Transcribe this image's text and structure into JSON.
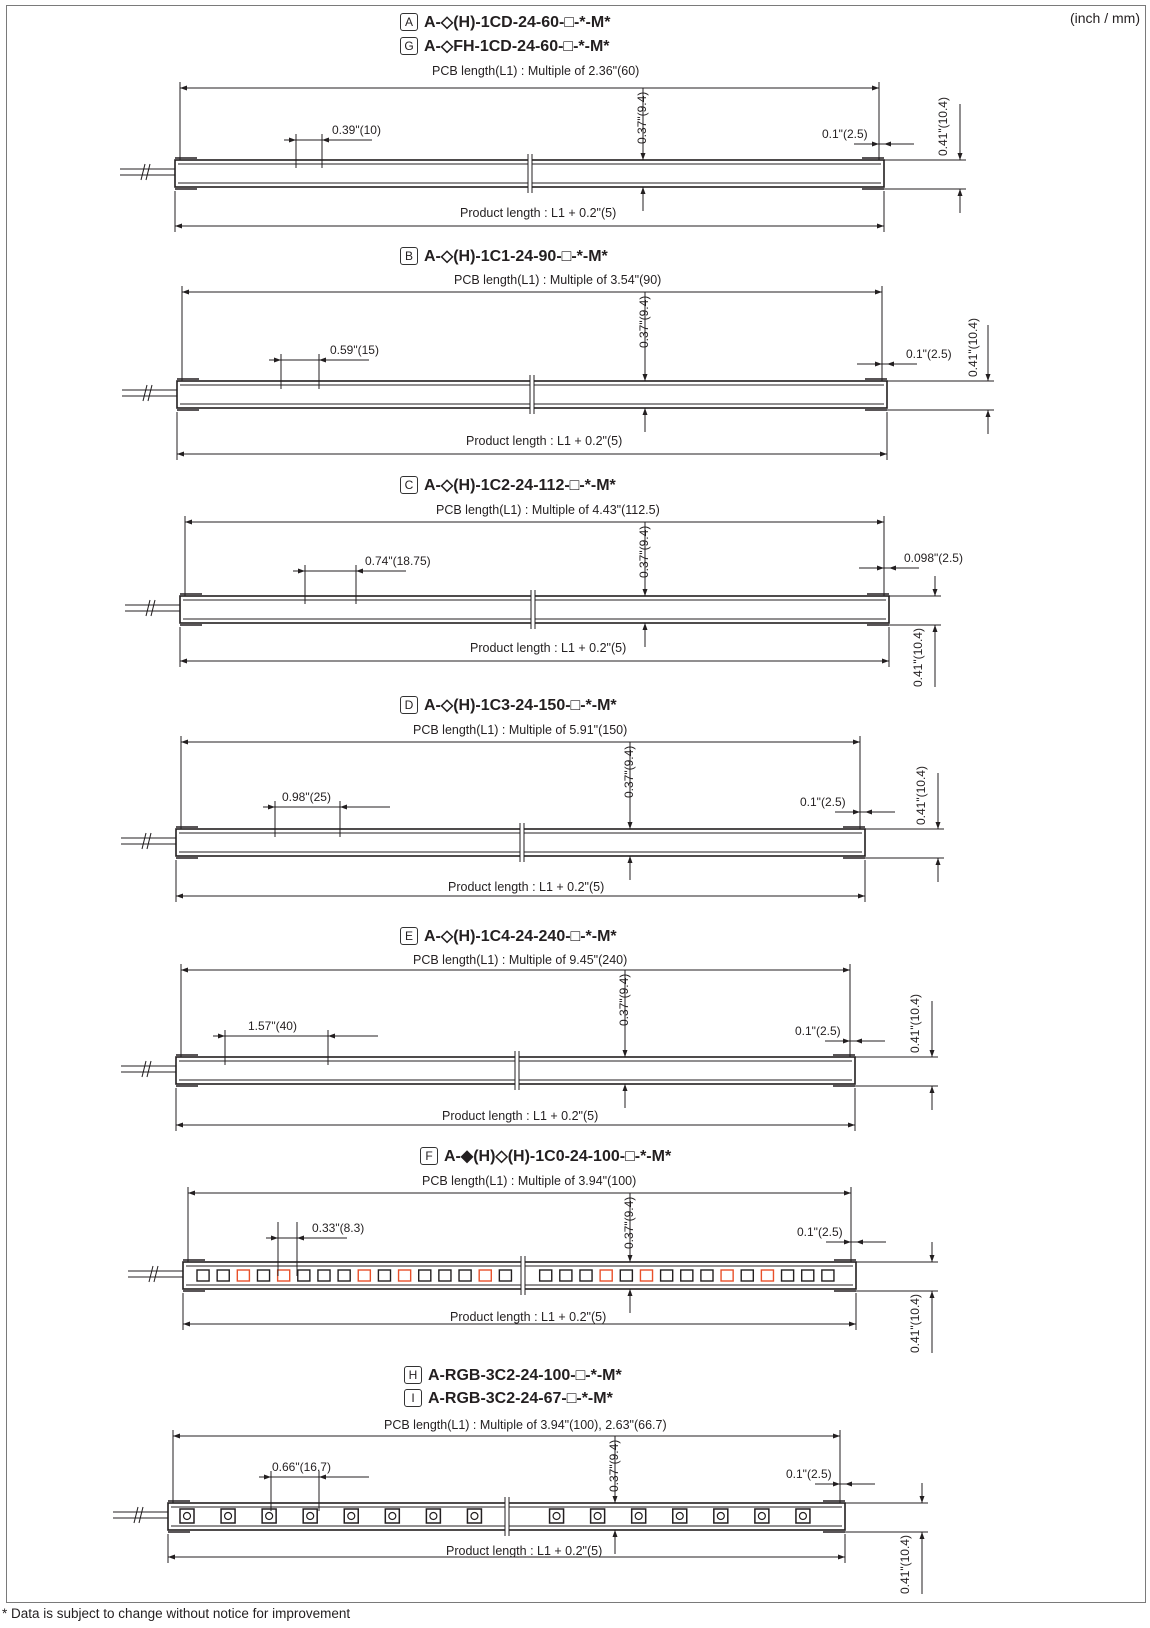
{
  "unit_note": "(inch / mm)",
  "footnote": "* Data is subject to change without notice for improvement",
  "sections": [
    {
      "key": "A",
      "models": [
        {
          "badge": "A",
          "code": "A-◇(H)-1CD-24-60-□-*-M*"
        },
        {
          "badge": "G",
          "code": "A-◇FH-1CD-24-60-□-*-M*"
        }
      ],
      "pcb": "PCB length(L1) : Multiple of 2.36\"(60)",
      "pitch": "0.39\"(10)",
      "end": "0.1\"(2.5)",
      "h1": "0.37\"(9.4)",
      "h2": "0.41\"(10.4)",
      "product": "Product length : L1 + 0.2\"(5)",
      "leds": "none"
    },
    {
      "key": "B",
      "models": [
        {
          "badge": "B",
          "code": "A-◇(H)-1C1-24-90-□-*-M*"
        }
      ],
      "pcb": "PCB length(L1) : Multiple of 3.54\"(90)",
      "pitch": "0.59\"(15)",
      "end": "0.1\"(2.5)",
      "h1": "0.37\"(9.4)",
      "h2": "0.41\"(10.4)",
      "product": "Product length : L1 + 0.2\"(5)",
      "leds": "none"
    },
    {
      "key": "C",
      "models": [
        {
          "badge": "C",
          "code": "A-◇(H)-1C2-24-112-□-*-M*"
        }
      ],
      "pcb": "PCB length(L1) : Multiple of 4.43\"(112.5)",
      "pitch": "0.74\"(18.75)",
      "end": "0.098\"(2.5)",
      "h1": "0.37\"(9.4)",
      "h2": "0.41\"(10.4)",
      "product": "Product length : L1 + 0.2\"(5)",
      "leds": "none"
    },
    {
      "key": "D",
      "models": [
        {
          "badge": "D",
          "code": "A-◇(H)-1C3-24-150-□-*-M*"
        }
      ],
      "pcb": "PCB length(L1) : Multiple of 5.91\"(150)",
      "pitch": "0.98\"(25)",
      "end": "0.1\"(2.5)",
      "h1": "0.37\"(9.4)",
      "h2": "0.41\"(10.4)",
      "product": "Product length : L1 + 0.2\"(5)",
      "leds": "none"
    },
    {
      "key": "E",
      "models": [
        {
          "badge": "E",
          "code": "A-◇(H)-1C4-24-240-□-*-M*"
        }
      ],
      "pcb": "PCB length(L1) : Multiple of 9.45\"(240)",
      "pitch": "1.57\"(40)",
      "end": "0.1\"(2.5)",
      "h1": "0.37\"(9.4)",
      "h2": "0.41\"(10.4)",
      "product": "Product length : L1 + 0.2\"(5)",
      "leds": "none"
    },
    {
      "key": "F",
      "models": [
        {
          "badge": "F",
          "code": "A-◆(H)◇(H)-1C0-24-100-□-*-M*"
        }
      ],
      "pcb": "PCB length(L1) : Multiple of 3.94\"(100)",
      "pitch": "0.33\"(8.3)",
      "end": "0.1\"(2.5)",
      "h1": "0.37\"(9.4)",
      "h2": "0.41\"(10.4)",
      "product": "Product length : L1 + 0.2\"(5)",
      "leds": "mixed"
    },
    {
      "key": "H",
      "models": [
        {
          "badge": "H",
          "code": "A-RGB-3C2-24-100-□-*-M*"
        },
        {
          "badge": "I",
          "code": "A-RGB-3C2-24-67-□-*-M*"
        }
      ],
      "pcb": "PCB length(L1) : Multiple of 3.94\"(100), 2.63\"(66.7)",
      "pitch": "0.66\"(16.7)",
      "end": "0.1\"(2.5)",
      "h1": "0.37\"(9.4)",
      "h2": "0.41\"(10.4)",
      "product": "Product length : L1 + 0.2\"(5)",
      "leds": "rgb"
    }
  ],
  "colors": {
    "line": "#231f20",
    "led_red": "#e8502a"
  }
}
